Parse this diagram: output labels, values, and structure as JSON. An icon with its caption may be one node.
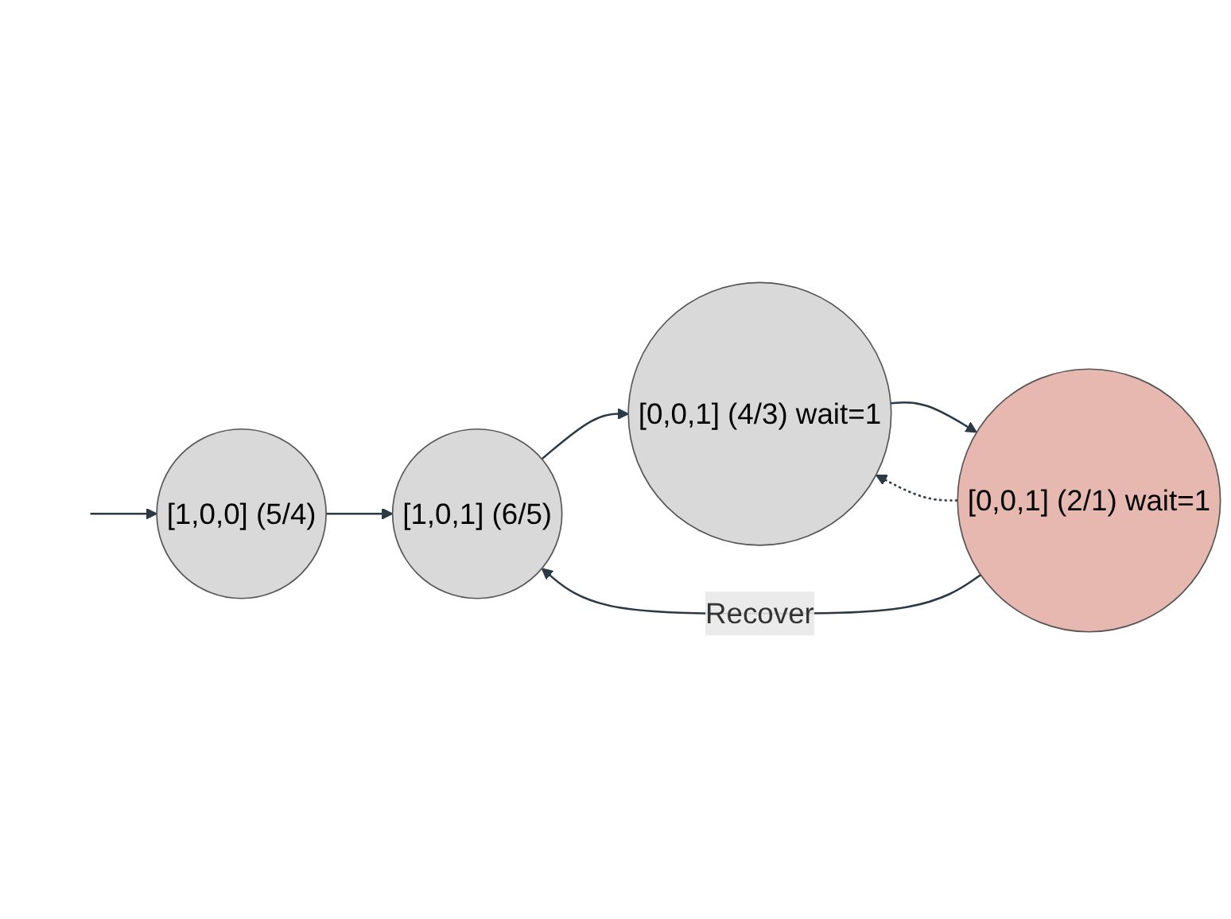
{
  "diagram": {
    "nodes": [
      {
        "text": [
          "[1,0,1] (6/5)"
        ]
      },
      {
        "text": [
          "[0,0,1] (4/3) wait=1"
        ]
      },
      {
        "text": [
          "[1,0,0] (5/4)"
        ]
      },
      {
        "text": [
          "[0,0,1] (2/1) wait=1"
        ]
      }
    ],
    "edges": [
      {
        "from": null,
        "to": 2,
        "arrow": "to"
      },
      {
        "from": 2,
        "to": 0,
        "arrow": "to"
      },
      {
        "from": 0,
        "to": 1,
        "arrow": "to"
      },
      {
        "from": 1,
        "to": 3,
        "arrow": "to"
      },
      {
        "from": 3,
        "to": 1,
        "arrow": "to",
        "style": "dashed"
      },
      {
        "from": 3,
        "to": 0,
        "arrow": "to",
        "label": "Recover"
      }
    ]
  }
}
